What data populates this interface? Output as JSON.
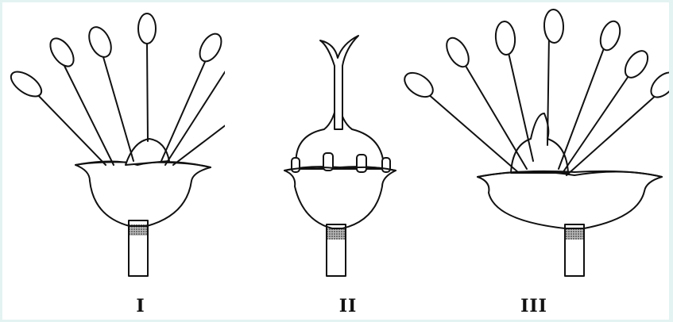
{
  "figures": [
    {
      "label": "I"
    },
    {
      "label": "II"
    },
    {
      "label": "III"
    }
  ]
}
